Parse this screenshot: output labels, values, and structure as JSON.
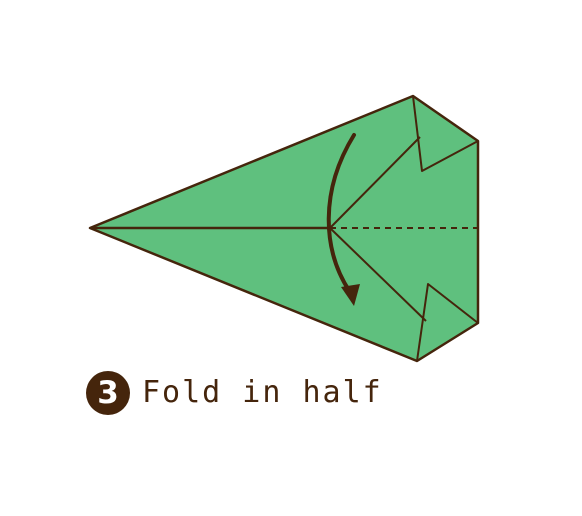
{
  "step": {
    "number": "3",
    "instruction": "Fold in half"
  },
  "colors": {
    "paper": "#5fc07e",
    "outline": "#45250c",
    "background": "#ffffff"
  },
  "diagram": {
    "fold_type": "valley fold",
    "arrow_direction": "down",
    "shape": "paper airplane base"
  }
}
